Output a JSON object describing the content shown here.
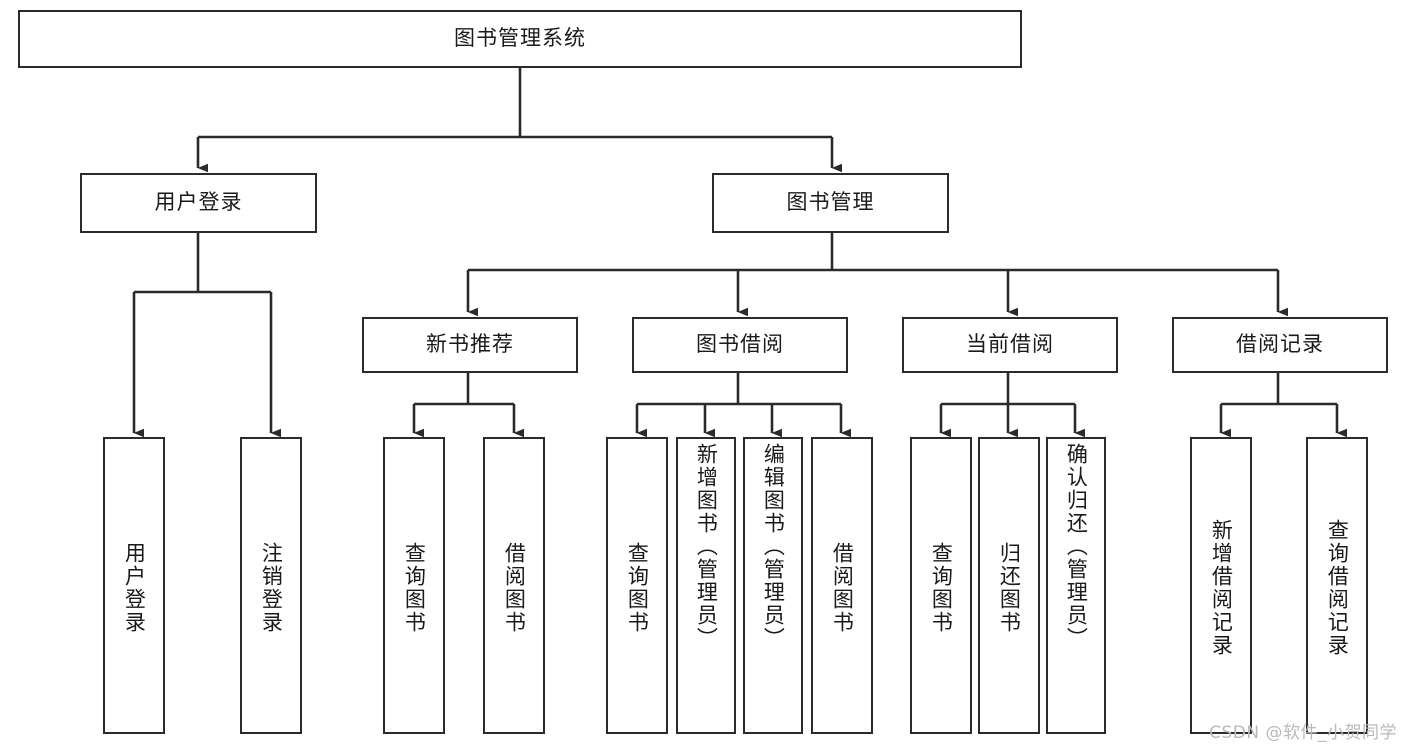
{
  "diagram": {
    "title": "图书管理系统",
    "type": "tree-hierarchy-diagram",
    "watermark": "CSDN @软件_小贺同学",
    "colors": {
      "stroke": "#2b2b2b",
      "box_fill": "#ffffff",
      "text": "#1a1a1a",
      "background": "#ffffff",
      "watermark": "#b9b9b9"
    },
    "nodes": {
      "root": {
        "label": "图书管理系统"
      },
      "level2": [
        {
          "id": "user-login",
          "label": "用户登录"
        },
        {
          "id": "book-manage",
          "label": "图书管理"
        }
      ],
      "level3": [
        {
          "id": "new-book-recommend",
          "label": "新书推荐"
        },
        {
          "id": "book-borrow",
          "label": "图书借阅"
        },
        {
          "id": "current-borrow",
          "label": "当前借阅"
        },
        {
          "id": "borrow-record",
          "label": "借阅记录"
        }
      ],
      "leaves": {
        "user-login": [
          {
            "id": "leaf-user-login",
            "label": "用户登录"
          },
          {
            "id": "leaf-logout-login",
            "label": "注销登录"
          }
        ],
        "new-book-recommend": [
          {
            "id": "leaf-query-book-1",
            "label": "查询图书"
          },
          {
            "id": "leaf-borrow-book-1",
            "label": "借阅图书"
          }
        ],
        "book-borrow": [
          {
            "id": "leaf-query-book-2",
            "label": "查询图书"
          },
          {
            "id": "leaf-add-book-admin",
            "label": "新增图书（管理员）"
          },
          {
            "id": "leaf-edit-book-admin",
            "label": "编辑图书（管理员）"
          },
          {
            "id": "leaf-borrow-book-2",
            "label": "借阅图书"
          }
        ],
        "current-borrow": [
          {
            "id": "leaf-query-book-3",
            "label": "查询图书"
          },
          {
            "id": "leaf-return-book",
            "label": "归还图书"
          },
          {
            "id": "leaf-confirm-return-admin",
            "label": "确认归还（管理员）"
          }
        ],
        "borrow-record": [
          {
            "id": "leaf-add-borrow-record",
            "label": "新增借阅记录"
          },
          {
            "id": "leaf-query-borrow-record",
            "label": "查询借阅记录"
          }
        ]
      }
    }
  }
}
